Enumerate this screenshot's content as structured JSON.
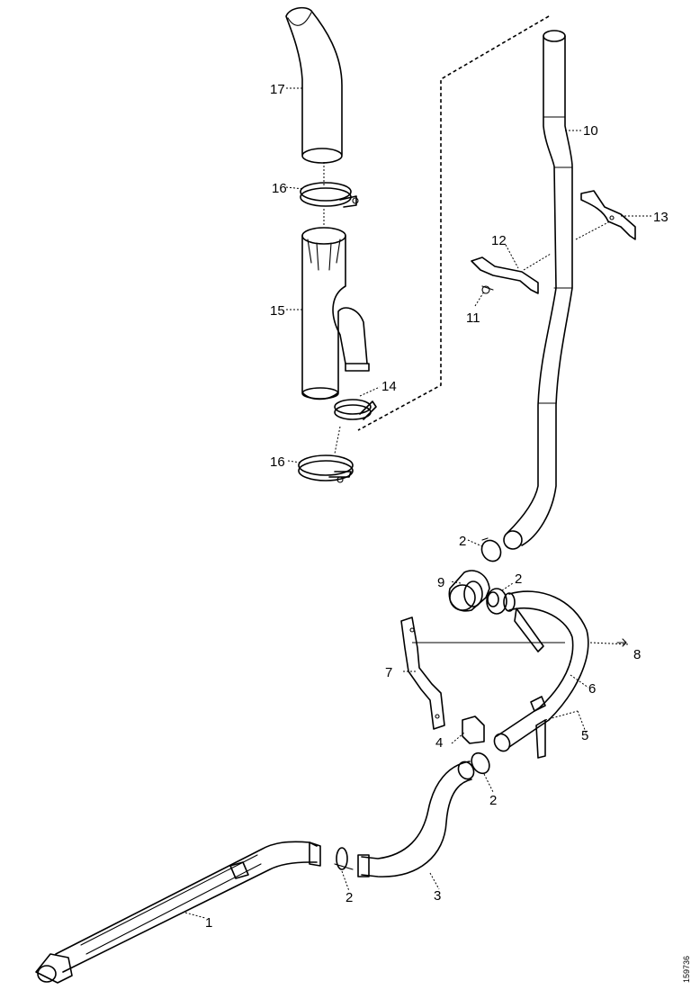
{
  "labels": {
    "l1": "1",
    "l2a": "2",
    "l2b": "2",
    "l2c": "2",
    "l2d": "2",
    "l3": "3",
    "l4": "4",
    "l5": "5",
    "l6": "6",
    "l7": "7",
    "l8": "8",
    "l9": "9",
    "l10": "10",
    "l11": "11",
    "l12": "12",
    "l13": "13",
    "l14": "14",
    "l15": "15",
    "l16a": "16",
    "l16b": "16",
    "l17": "17"
  },
  "reference": "159736"
}
